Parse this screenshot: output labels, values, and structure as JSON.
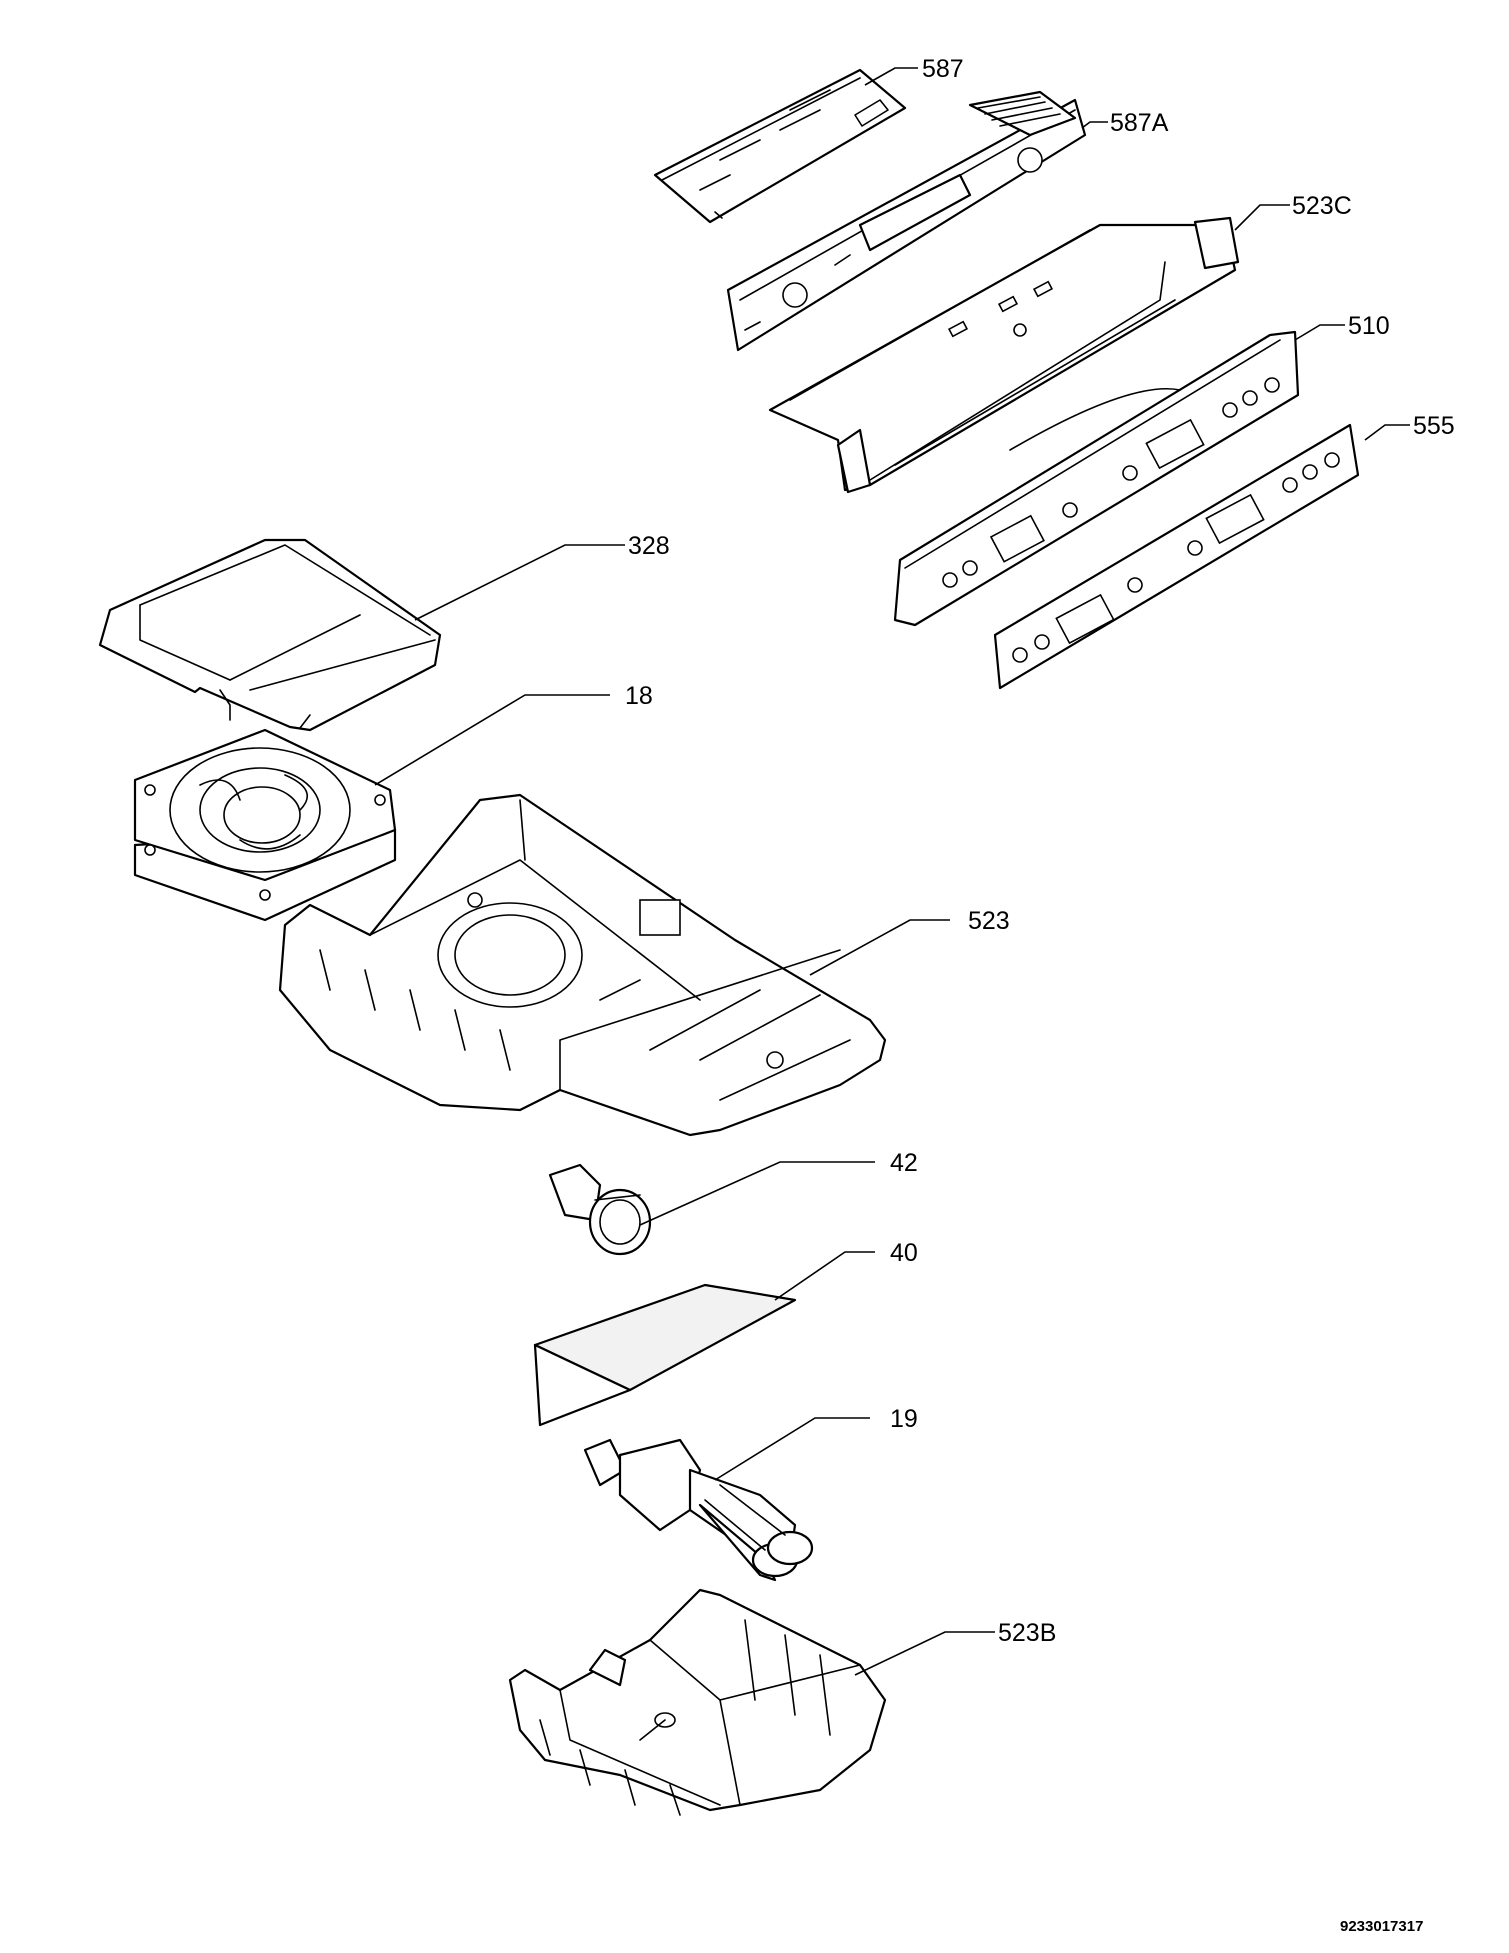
{
  "callouts": {
    "587": "587",
    "587A": "587A",
    "523C": "523C",
    "510": "510",
    "555": "555",
    "328": "328",
    "18": "18",
    "523": "523",
    "42": "42",
    "40": "40",
    "19": "19",
    "523B": "523B"
  },
  "reference_code": "9233017317"
}
